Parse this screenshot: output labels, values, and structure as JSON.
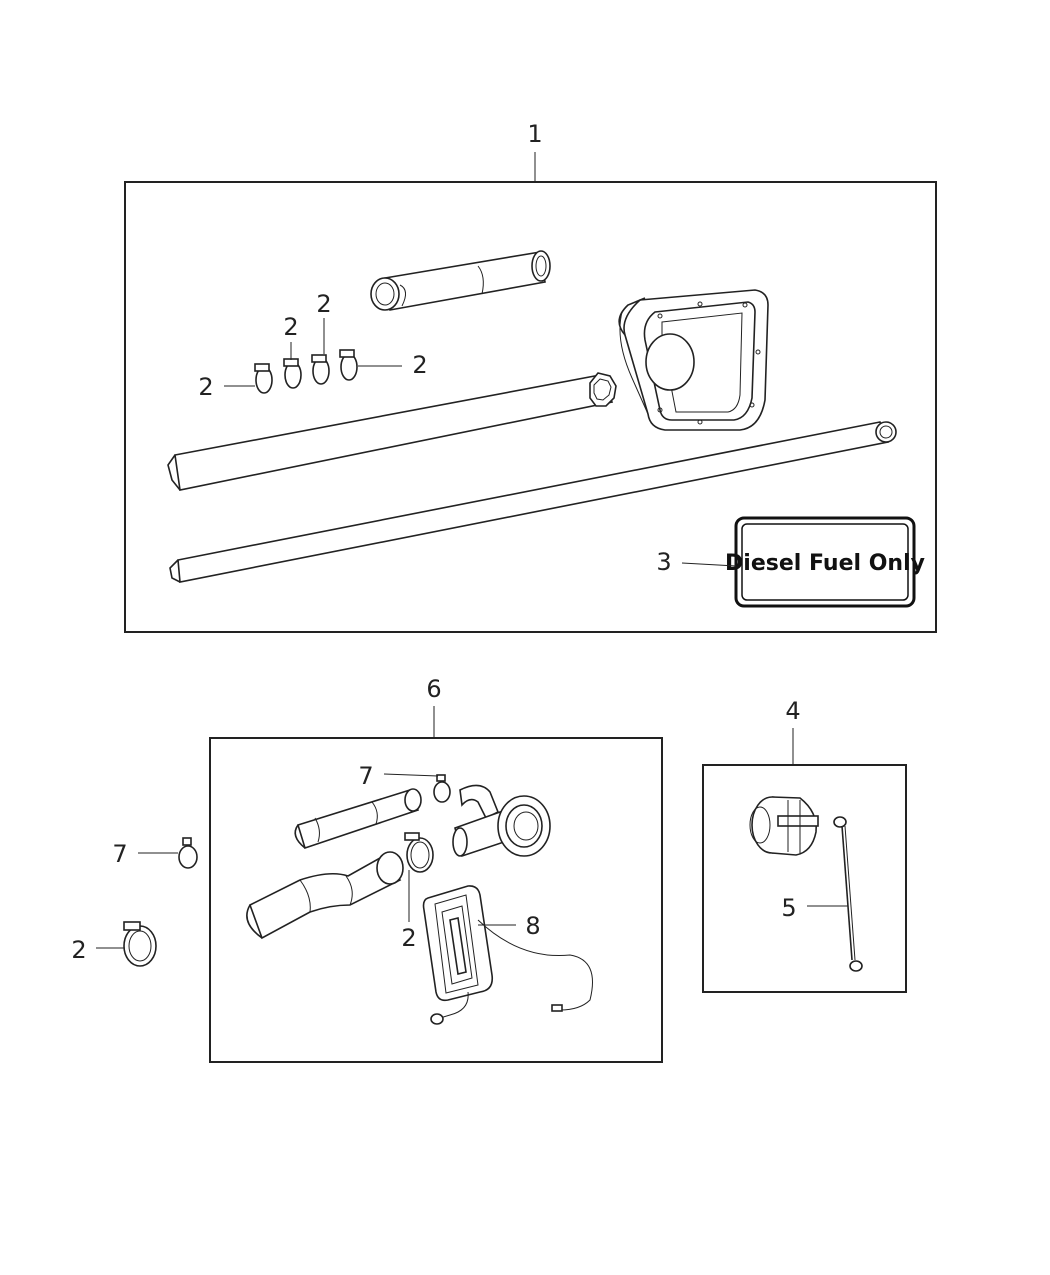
{
  "callouts": {
    "c1": "1",
    "c2a": "2",
    "c2b": "2",
    "c2c": "2",
    "c2d": "2",
    "c2e": "2",
    "c2f": "2",
    "c3": "3",
    "c4": "4",
    "c5": "5",
    "c6": "6",
    "c7a": "7",
    "c7b": "7",
    "c8": "8"
  },
  "decal": {
    "text": "Diesel Fuel Only"
  }
}
